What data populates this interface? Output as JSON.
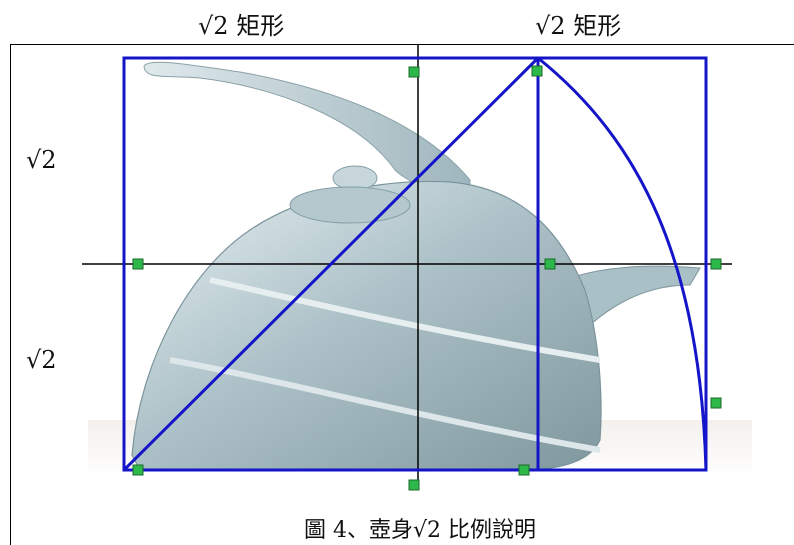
{
  "labels": {
    "top_left": "√2 矩形",
    "top_right": "√2 矩形",
    "side_upper": "√2",
    "side_lower": "√2"
  },
  "caption": "圖 4、壺身√2 比例說明",
  "colors": {
    "construction_lines": "#1414c8",
    "axis_lines": "#000000",
    "markers": "#2db84a",
    "kettle_body": "#b9cdd3"
  }
}
